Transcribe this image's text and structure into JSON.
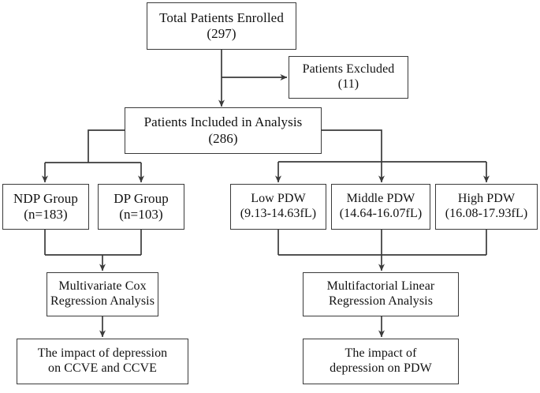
{
  "diagram": {
    "title": "Patient enrollment and analysis flowchart",
    "stroke_color": "#3a3a3a",
    "background_color": "#ffffff",
    "text_color": "#111111",
    "nodes": {
      "total_enrolled": {
        "line1": "Total Patients Enrolled",
        "line2": "(297)"
      },
      "excluded": {
        "line1": "Patients Excluded",
        "line2": "(11)"
      },
      "included": {
        "line1": "Patients Included in Analysis",
        "line2": "(286)"
      },
      "ndp_group": {
        "line1": "NDP Group",
        "line2": "(n=183)"
      },
      "dp_group": {
        "line1": "DP Group",
        "line2": "(n=103)"
      },
      "low_pdw": {
        "line1": "Low PDW",
        "line2": "(9.13-14.63fL)"
      },
      "middle_pdw": {
        "line1": "Middle PDW",
        "line2": "(14.64-16.07fL)"
      },
      "high_pdw": {
        "line1": "High PDW",
        "line2": "(16.08-17.93fL)"
      },
      "cox_analysis": {
        "line1": "Multivariate Cox",
        "line2": "Regression Analysis"
      },
      "linear_analysis": {
        "line1": "Multifactorial Linear",
        "line2": "Regression Analysis"
      },
      "impact_ccve": {
        "line1": "The impact of depression",
        "line2": "on CCVE and CCVE"
      },
      "impact_pdw": {
        "line1": "The impact of",
        "line2": "depression on PDW"
      }
    }
  }
}
